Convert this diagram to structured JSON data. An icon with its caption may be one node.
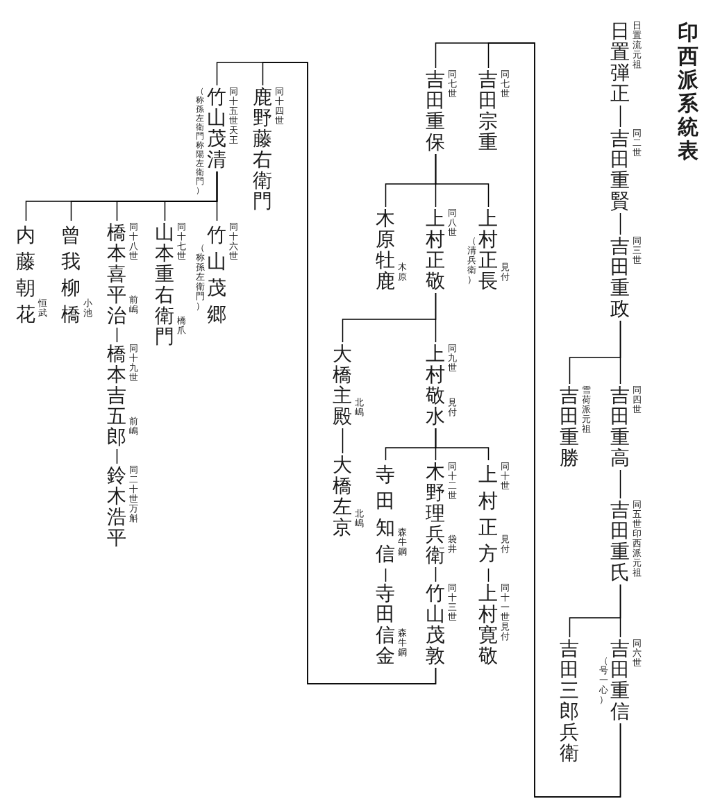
{
  "diagram": {
    "title": "印西派系統表",
    "nodes": [
      {
        "text": [
          "日置弾正"
        ],
        "beside": [
          "日置流元祖"
        ]
      },
      {
        "text": [
          "吉田重賢"
        ],
        "beside": [
          "同二世"
        ]
      },
      {
        "text": [
          "吉田重政"
        ],
        "beside": [
          "同三世"
        ]
      },
      {
        "text": [
          "吉田重高"
        ],
        "beside": [
          "同四世"
        ]
      },
      {
        "text": [
          "吉田重勝"
        ],
        "beside": [
          "雪荷派元祖"
        ]
      },
      {
        "text": [
          "吉田重氏"
        ],
        "beside": [
          "同五世印西派元祖"
        ]
      },
      {
        "text": [
          "吉田重信"
        ],
        "beside": [
          "同六世",
          "（号一心）"
        ]
      },
      {
        "text": [
          "吉田三郎兵衛"
        ]
      },
      {
        "text": [
          "吉田宗重"
        ],
        "beside": [
          "同七世"
        ]
      },
      {
        "text": [
          "吉田重保"
        ],
        "beside": [
          "同七世"
        ]
      },
      {
        "text": [
          "上村正長"
        ],
        "beside": [
          "見付",
          "（清兵衛）"
        ]
      },
      {
        "text": [
          "上村正敬"
        ],
        "beside": [
          "同八世"
        ]
      },
      {
        "text": [
          "木原牡鹿"
        ],
        "beside": [
          "木原"
        ]
      },
      {
        "text": [
          "上村敬水"
        ],
        "beside": [
          "同九世",
          "見付"
        ]
      },
      {
        "text": [
          "大橋主殿"
        ],
        "beside": [
          "北嶋"
        ]
      },
      {
        "text": [
          "大橋左京"
        ],
        "beside": [
          "北嶋"
        ]
      },
      {
        "text": [
          "上村正方"
        ],
        "beside": [
          "同十世",
          "見付"
        ]
      },
      {
        "text": [
          "木野理兵衛"
        ],
        "beside": [
          "同十二世",
          "袋井"
        ]
      },
      {
        "text": [
          "寺田知信"
        ],
        "beside": [
          "森牛鋼"
        ]
      },
      {
        "text": [
          "上村寛敬"
        ],
        "beside": [
          "同十一世見付"
        ]
      },
      {
        "text": [
          "竹山茂敦"
        ],
        "beside": [
          "同十三世"
        ]
      },
      {
        "text": [
          "寺田信金"
        ],
        "beside": [
          "森牛鋼"
        ]
      },
      {
        "text": [
          "鹿野藤右衛門"
        ],
        "beside": [
          "同十四世"
        ]
      },
      {
        "text": [
          "竹山茂清"
        ],
        "beside": [
          "同十五世天王",
          "（称孫左衛門称陽左衛門）"
        ]
      },
      {
        "text": [
          "竹山茂郷"
        ],
        "beside": [
          "同十六世",
          "（称孫左衛門）"
        ]
      },
      {
        "text": [
          "山本重右衛門"
        ],
        "beside": [
          "同十七世",
          "橋爪"
        ]
      },
      {
        "text": [
          "橋本喜平治"
        ],
        "beside": [
          "同十八世",
          "前嶋"
        ]
      },
      {
        "text": [
          "曾我柳橋"
        ],
        "beside": [
          "小池"
        ]
      },
      {
        "text": [
          "内藤朝花"
        ],
        "beside": [
          "恒武"
        ]
      },
      {
        "text": [
          "橋本吉五郎"
        ],
        "beside": [
          "同十九世",
          "前嶋"
        ]
      },
      {
        "text": [
          "鈴木浩平"
        ],
        "beside": [
          "同二十世万斛"
        ]
      }
    ],
    "edges": [
      {
        "from": 0,
        "to": 1,
        "arrow": "none"
      },
      {
        "from": 1,
        "to": 2,
        "arrow": "none"
      },
      {
        "from": 2,
        "to": 3,
        "arrow": "none"
      },
      {
        "from": 2,
        "to": 4,
        "arrow": "none"
      },
      {
        "from": 3,
        "to": 5,
        "arrow": "none"
      },
      {
        "from": 5,
        "to": 6,
        "arrow": "none"
      },
      {
        "from": 5,
        "to": 7,
        "arrow": "none"
      },
      {
        "from": 6,
        "to": 8,
        "arrow": "none"
      },
      {
        "from": 6,
        "to": 9,
        "arrow": "none"
      },
      {
        "from": 9,
        "to": 10,
        "arrow": "none"
      },
      {
        "from": 9,
        "to": 11,
        "arrow": "none"
      },
      {
        "from": 9,
        "to": 12,
        "arrow": "none"
      },
      {
        "from": 11,
        "to": 13,
        "arrow": "none"
      },
      {
        "from": 11,
        "to": 14,
        "arrow": "none"
      },
      {
        "from": 14,
        "to": 15,
        "arrow": "none"
      },
      {
        "from": 13,
        "to": 16,
        "arrow": "none"
      },
      {
        "from": 13,
        "to": 17,
        "arrow": "none"
      },
      {
        "from": 13,
        "to": 18,
        "arrow": "none"
      },
      {
        "from": 16,
        "to": 19,
        "arrow": "none"
      },
      {
        "from": 17,
        "to": 20,
        "arrow": "none"
      },
      {
        "from": 18,
        "to": 21,
        "arrow": "none"
      },
      {
        "from": 20,
        "to": 22,
        "arrow": "none"
      },
      {
        "from": 20,
        "to": 23,
        "arrow": "none"
      },
      {
        "from": 23,
        "to": 24,
        "arrow": "none"
      },
      {
        "from": 23,
        "to": 25,
        "arrow": "none"
      },
      {
        "from": 23,
        "to": 26,
        "arrow": "none"
      },
      {
        "from": 23,
        "to": 27,
        "arrow": "none"
      },
      {
        "from": 23,
        "to": 28,
        "arrow": "none"
      },
      {
        "from": 26,
        "to": 29,
        "arrow": "none"
      },
      {
        "from": 29,
        "to": 30,
        "arrow": "none"
      }
    ]
  }
}
